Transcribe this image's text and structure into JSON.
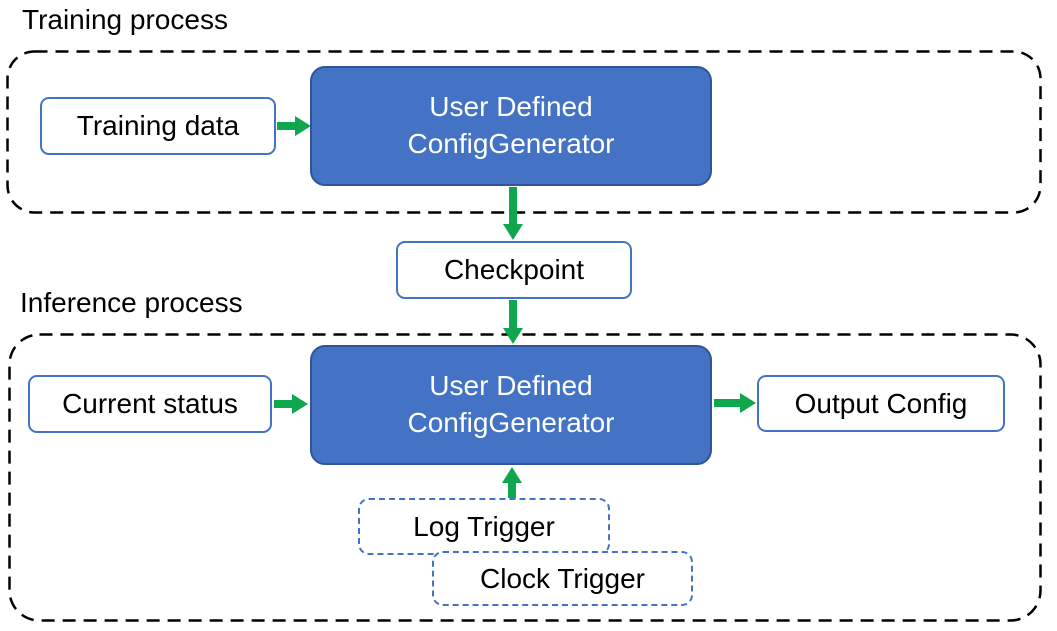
{
  "colors": {
    "box_fill": "#4472C4",
    "box_border": "#2F5597",
    "io_border": "#4472C4",
    "arrow_green": "#10A64D",
    "trigger_border": "#4472C4",
    "container_border": "#000000",
    "text_dark": "#000000",
    "text_light": "#FFFFFF"
  },
  "training": {
    "title": "Training process",
    "input_box": "Training data",
    "generator": {
      "line1": "User Defined",
      "line2": "ConfigGenerator"
    }
  },
  "checkpoint_box": "Checkpoint",
  "inference": {
    "title": "Inference process",
    "input_box": "Current status",
    "generator": {
      "line1": "User Defined",
      "line2": "ConfigGenerator"
    },
    "output_box": "Output Config",
    "log_trigger": "Log Trigger",
    "clock_trigger": "Clock Trigger"
  }
}
